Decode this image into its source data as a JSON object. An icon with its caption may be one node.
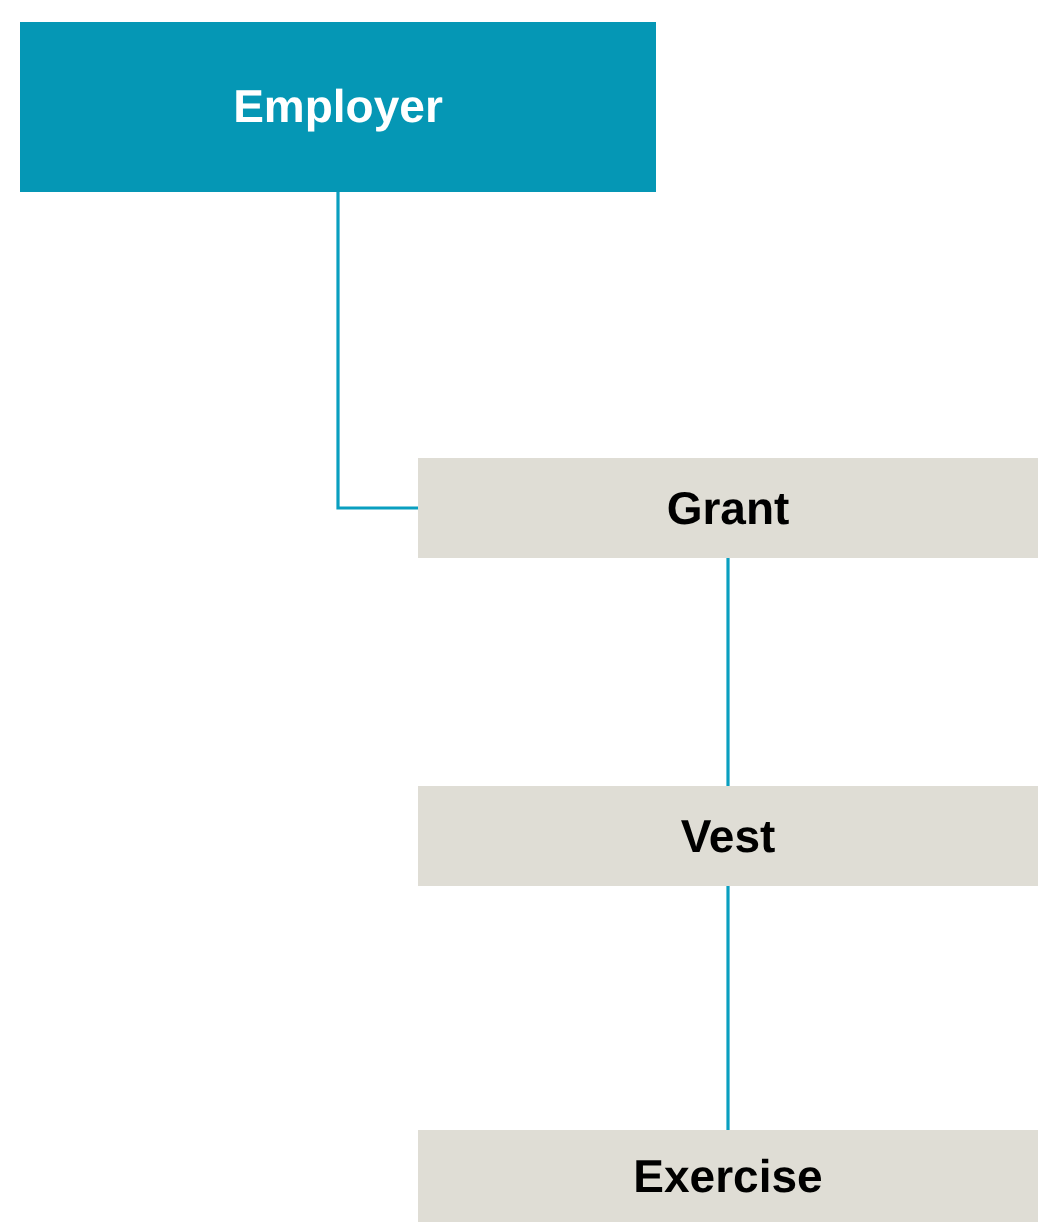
{
  "diagram": {
    "nodes": [
      {
        "text": [
          "Employer"
        ]
      },
      {
        "text": [
          "Grant"
        ]
      },
      {
        "text": [
          "Vest"
        ]
      },
      {
        "text": [
          "Exercise"
        ]
      }
    ],
    "edges": [
      {
        "from": 0,
        "to": 1,
        "arrow": "none"
      },
      {
        "from": 1,
        "to": 2,
        "arrow": "none"
      },
      {
        "from": 2,
        "to": 3,
        "arrow": "none"
      }
    ]
  }
}
